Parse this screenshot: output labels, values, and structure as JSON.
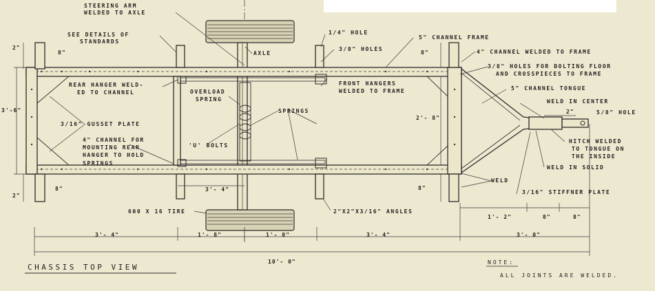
{
  "labels": {
    "steering_arm_1": "STEERING ARM",
    "steering_arm_2": "WELDED TO AXLE",
    "see_details_1": "SEE DETAILS OF",
    "see_details_2": "STANDARDS",
    "axle": "AXLE",
    "quarter_hole": "1/4\" HOLE",
    "three_eighth_holes": "3/8\" HOLES",
    "channel_frame": "5\" CHANNEL FRAME",
    "channel_welded_to_frame": "4\" CHANNEL  WELDED  TO  FRAME",
    "bolting_holes_1": "3/8\" HOLES FOR BOLTING FLOOR",
    "bolting_holes_2": "AND CROSSPIECES TO FRAME",
    "channel_tongue": "5\" CHANNEL TONGUE",
    "weld_in_center": "WELD IN CENTER",
    "five_eighth_hole": "5/8\" HOLE",
    "rear_hanger_1": "REAR HANGER WELD-",
    "rear_hanger_2": "ED TO CHANNEL",
    "overload_1": "OVERLOAD",
    "overload_2": "SPRING",
    "front_hangers_1": "FRONT HANGERS",
    "front_hangers_2": "WELDED TO FRAME",
    "gusset": "3/16\" GUSSET PLATE",
    "springs": "SPRINGS",
    "u_bolts": "'U' BOLTS",
    "channel_mount_1": "4\" CHANNEL FOR",
    "channel_mount_2": "MOUNTING REAR",
    "channel_mount_3": "HANGER TO HOLD",
    "channel_mount_4": "SPRINGS",
    "hitch_1": "HITCH WELDED",
    "hitch_2": "TO TONGUE ON",
    "hitch_3": "THE INSIDE",
    "weld_in_solid": "WELD IN SOLID",
    "weld": "WELD",
    "stiffener": "3/16\" STIFFNER PLATE",
    "tire": "600 X 16 TIRE",
    "angles": "2\"X2\"X3/16\" ANGLES"
  },
  "dimensions": {
    "top_left_2": "2\"",
    "top_left_8": "8\"",
    "overall_height": "3'-6\"",
    "bottom_left_2": "2\"",
    "bottom_left_8": "8\"",
    "mid_3_4": "3'- 4\"",
    "right_8_top": "8\"",
    "right_2_8": "2'- 8\"",
    "right_8_bottom": "8\"",
    "hitch_2": "2\"",
    "seg_3_4_left": "3'- 4\"",
    "seg_1_8_left": "1'- 8\"",
    "seg_1_8_right": "1'- 8\"",
    "seg_3_4_right": "3'- 4\"",
    "seg_3_0": "3'- 0\"",
    "seg_1_2": "1'- 2\"",
    "seg_8_a": "8\"",
    "seg_8_b": "8\"",
    "overall_length": "10'- 0\""
  },
  "title": "CHASSIS  TOP  VIEW",
  "note": {
    "heading": "NOTE:",
    "text": "ALL  JOINTS  ARE  WELDED."
  },
  "colors": {
    "paper": "#ede8d0",
    "ink": "#2a2a2a",
    "blank_panel": "#ffffff"
  }
}
